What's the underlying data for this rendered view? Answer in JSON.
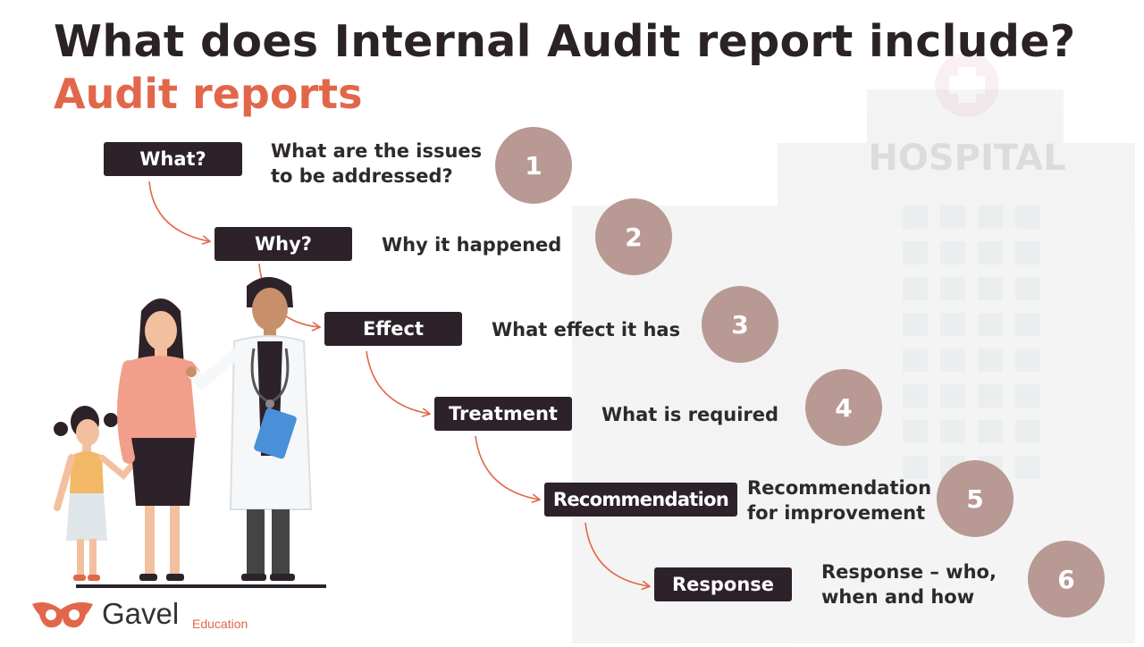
{
  "slide": {
    "title": "What does Internal Audit report include?",
    "subtitle": "Audit reports"
  },
  "background": {
    "sign_text": "HOSPITAL"
  },
  "steps": [
    {
      "number": "1",
      "label": "What?",
      "description": [
        "What are the issues",
        "to be addressed?"
      ]
    },
    {
      "number": "2",
      "label": "Why?",
      "description": [
        "Why it happened"
      ]
    },
    {
      "number": "3",
      "label": "Effect",
      "description": [
        "What effect it has"
      ]
    },
    {
      "number": "4",
      "label": "Treatment",
      "description": [
        "What is required"
      ]
    },
    {
      "number": "5",
      "label": "Recommendation",
      "description": [
        "Recommendation",
        "for improvement"
      ]
    },
    {
      "number": "6",
      "label": "Response",
      "description": [
        "Response – who,",
        "when and how"
      ]
    }
  ],
  "logo": {
    "name": "Gavel",
    "sub": "Education"
  },
  "colors": {
    "title": "#2a2226",
    "accent": "#e2674a",
    "box": "#2d2229",
    "circle": "#b89993"
  }
}
